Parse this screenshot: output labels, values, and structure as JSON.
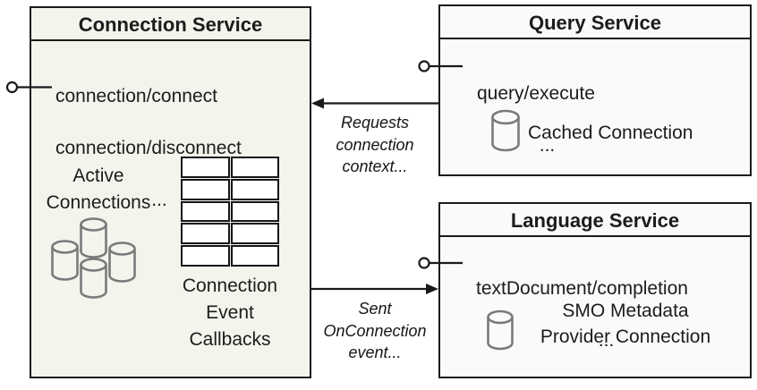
{
  "connection_service": {
    "title": "Connection Service",
    "methods": [
      "connection/connect",
      "connection/disconnect"
    ],
    "more": "...",
    "active_connections_label": "Active\nConnections",
    "callbacks_label": "Connection\nEvent\nCallbacks"
  },
  "query_service": {
    "title": "Query Service",
    "methods": [
      "query/execute"
    ],
    "more": "...",
    "cached_connection_label": "Cached Connection"
  },
  "language_service": {
    "title": "Language Service",
    "methods": [
      "textDocument/completion"
    ],
    "more": "...",
    "smo_label": "SMO Metadata\nProvider Connection"
  },
  "arrows": [
    {
      "label": "Requests\nconnection\ncontext...",
      "direction": "query-service-to-connection-service"
    },
    {
      "label": "Sent\nOnConnection\nevent...",
      "direction": "connection-service-to-language-service"
    }
  ],
  "icons": {
    "database_cluster": "database-cluster-icon",
    "callback_table": "table-grid-icon",
    "database": "database-cylinder-icon",
    "interface_connector": "interface-lollipop-icon"
  },
  "colors": {
    "connection_box_fill": "#f2f5ec",
    "service_box_fill": "#fafafb",
    "line_black": "#1a1a1a",
    "icon_gray": "#7a7a7a",
    "cell_white": "#ffffff"
  }
}
